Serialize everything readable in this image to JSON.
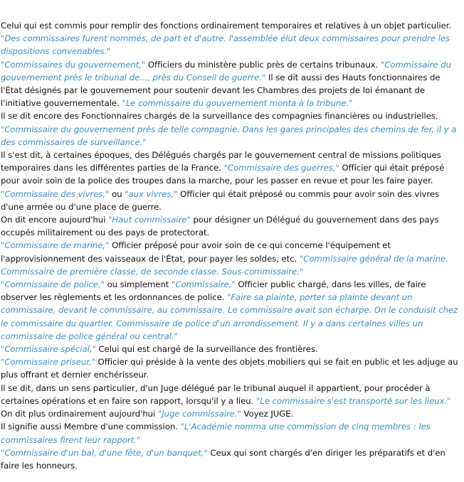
{
  "accent_color": "#3b8fc8",
  "paragraphs": [
    {
      "segments": [
        {
          "type": "text",
          "value": "Celui qui est commis pour remplir des fonctions ordinairement temporaires et relatives à un objet particulier. "
        },
        {
          "type": "example",
          "value": "\"Des commissaires furent nommés, de part et d'autre. l'assemblée élut deux commissaires pour prendre les dispositions convenables.\""
        }
      ]
    },
    {
      "segments": [
        {
          "type": "example",
          "value": "\"Commissaires du gouvernement,\""
        },
        {
          "type": "text",
          "value": " Officiers du ministère public près de certains tribunaux. "
        },
        {
          "type": "example",
          "value": "\"Commissaire du gouvernement près le tribunal de..., près du Conseil de guerre.\""
        },
        {
          "type": "text",
          "value": " Il se dit aussi des Hauts fonctionnaires de l'État désignés par le gouvernement pour soutenir devant les Chambres des projets de loi émanant de l'initiative gouvernementale. "
        },
        {
          "type": "example",
          "value": "\"Le commissaire du gouvernement monta à la tribune.\""
        }
      ]
    },
    {
      "segments": [
        {
          "type": "text",
          "value": "Il se dit encore des Fonctionnaires chargés de la surveillance des compagnies financières ou industrielles."
        }
      ]
    },
    {
      "segments": [
        {
          "type": "example",
          "value": "\"Commissaire du gouvernement près de telle compagnie. Dans les gares principales des chemins de fer, il y a des commissaires de surveillance.\""
        }
      ]
    },
    {
      "segments": [
        {
          "type": "text",
          "value": "Il s'est dit, à certaines époques, des Délégués chargés par le gouvernement central de missions politiques temporaires dans les différentes parties de la France. "
        },
        {
          "type": "example",
          "value": "\"Commissaire des guerres,\""
        },
        {
          "type": "text",
          "value": " Officier qui était préposé pour avoir soin de la police des troupes dans la marche, pour les passer en revue et pour les faire payer. "
        },
        {
          "type": "example",
          "value": "\"Commissaire des vivres,\""
        },
        {
          "type": "text",
          "value": " ou "
        },
        {
          "type": "example",
          "value": "\"aux vivres,\""
        },
        {
          "type": "text",
          "value": " Officier qui était préposé ou commis pour avoir soin des vivres d'une armée ou d'une place de guerre."
        }
      ]
    },
    {
      "segments": [
        {
          "type": "text",
          "value": "On dit encore aujourd'hui "
        },
        {
          "type": "example",
          "value": "\"Haut commissaire\""
        },
        {
          "type": "text",
          "value": " pour désigner un Délégué du gouvernement dans des pays occupés militairement ou des pays de protectorat."
        }
      ]
    },
    {
      "segments": [
        {
          "type": "example",
          "value": "\"Commissaire de marine,\""
        },
        {
          "type": "text",
          "value": " Officier préposé pour avoir soin de ce qui concerne l'équipement et l'approvisionnement des vaisseaux de l'État, pour payer les soldes, etc. "
        },
        {
          "type": "example",
          "value": "\"Commissaire général de la marine. Commissaire de première classe, de seconde classe. Sous-commissaire.\""
        }
      ]
    },
    {
      "segments": [
        {
          "type": "example",
          "value": "\"Commissaire de police,\""
        },
        {
          "type": "text",
          "value": " ou simplement "
        },
        {
          "type": "example",
          "value": "\"Commissaire,\""
        },
        {
          "type": "text",
          "value": " Officier public chargé, dans les villes, de faire observer les règlements et les ordonnances de police. "
        },
        {
          "type": "example",
          "value": "\"Faire sa plainte, porter sa plainte devant un commissaire, devant le commissaire, au commissaire. Le commissaire avait son écharpe. On le conduisit chez le commissaire du quartier. Commissaire de police d'un arrondissement. Il y a dans certaines villes un commissaire de police général ou central.\""
        }
      ]
    },
    {
      "segments": [
        {
          "type": "example",
          "value": "\"Commissaire spécial,\""
        },
        {
          "type": "text",
          "value": " Celui qui est chargé de la surveillance des frontières."
        }
      ]
    },
    {
      "segments": [
        {
          "type": "example",
          "value": "\"Commissaire priseur,\""
        },
        {
          "type": "text",
          "value": " Officier qui préside à la vente des objets mobiliers qui se fait en public et les adjuge au plus offrant et dernier enchérisseur."
        }
      ]
    },
    {
      "segments": [
        {
          "type": "text",
          "value": "Il se dit, dans un sens particulier, d'un Juge délégué par le tribunal auquel il appartient, pour procéder à certaines opérations et en faire son rapport, lorsqu'il y a lieu. "
        },
        {
          "type": "example",
          "value": "\"Le commissaire s'est transporté sur les lieux.\""
        },
        {
          "type": "text",
          "value": " On dit plus ordinairement aujourd'hui "
        },
        {
          "type": "example",
          "value": "\"Juge commissaire.\""
        },
        {
          "type": "text",
          "value": " Voyez JUGE."
        }
      ]
    },
    {
      "segments": [
        {
          "type": "text",
          "value": "Il signifie aussi Membre d'une commission. "
        },
        {
          "type": "example",
          "value": "\"L'Académie nomma une commission de cinq membres : les commissaires firent leur rapport.\""
        }
      ]
    },
    {
      "segments": [
        {
          "type": "example",
          "value": "\"Commissaire d'un bal, d'une fête, d'un banquet,\""
        },
        {
          "type": "text",
          "value": " Ceux qui sont chargés d'en diriger les préparatifs et d'en faire les honneurs."
        }
      ]
    }
  ]
}
